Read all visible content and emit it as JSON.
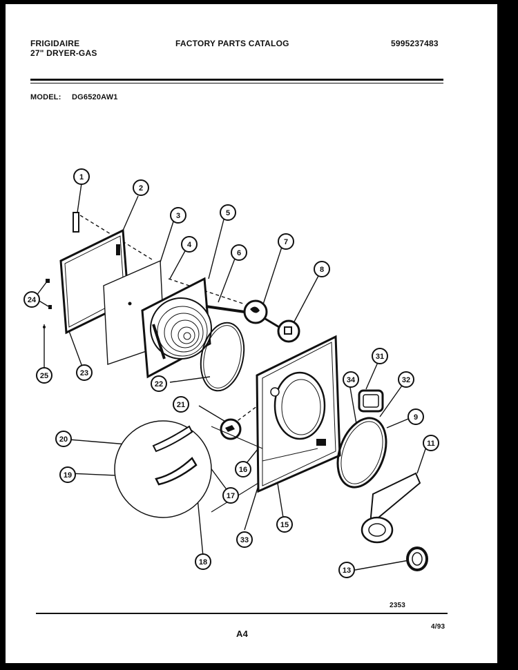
{
  "header": {
    "brand": "FRIGIDAIRE",
    "product": "27\" DRYER-GAS",
    "catalog_title": "FACTORY PARTS CATALOG",
    "catalog_number": "5995237483",
    "model_label": "MODEL:",
    "model_value": "DG6520AW1"
  },
  "footer": {
    "drawing_number": "2353",
    "page_label": "A4",
    "date": "4/93"
  },
  "callouts": [
    "1",
    "2",
    "3",
    "4",
    "5",
    "6",
    "7",
    "8",
    "9",
    "11",
    "13",
    "15",
    "16",
    "17",
    "18",
    "19",
    "20",
    "21",
    "22",
    "23",
    "24",
    "25",
    "31",
    "32",
    "33",
    "34"
  ]
}
